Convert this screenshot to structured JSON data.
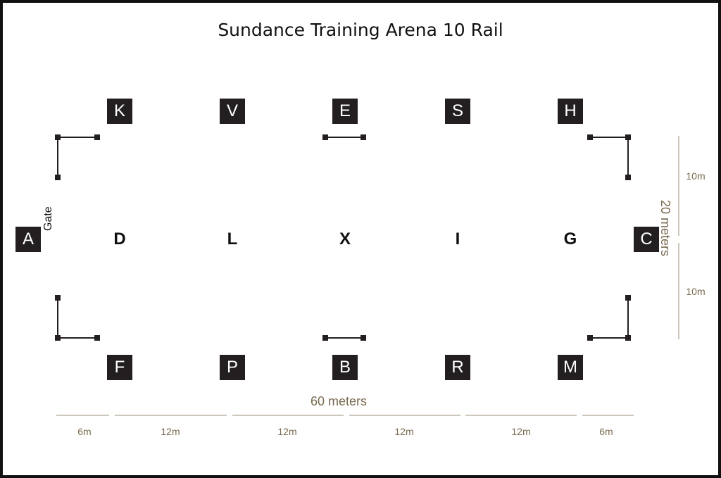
{
  "title": "Sundance Training Arena 10 Rail",
  "top_markers": [
    "K",
    "V",
    "E",
    "S",
    "H"
  ],
  "bottom_markers": [
    "F",
    "P",
    "B",
    "R",
    "M"
  ],
  "end_markers": {
    "left": "A",
    "right": "C"
  },
  "center_line": [
    "D",
    "L",
    "X",
    "I",
    "G"
  ],
  "gate_label": "Gate",
  "width_label": "60 meters",
  "height_label": "20 meters",
  "width_segments": [
    "6m",
    "12m",
    "12m",
    "12m",
    "12m",
    "6m"
  ],
  "height_segments": [
    "10m",
    "10m"
  ],
  "colors": {
    "marker": "#231f20",
    "dimension": "#7a6a50"
  }
}
